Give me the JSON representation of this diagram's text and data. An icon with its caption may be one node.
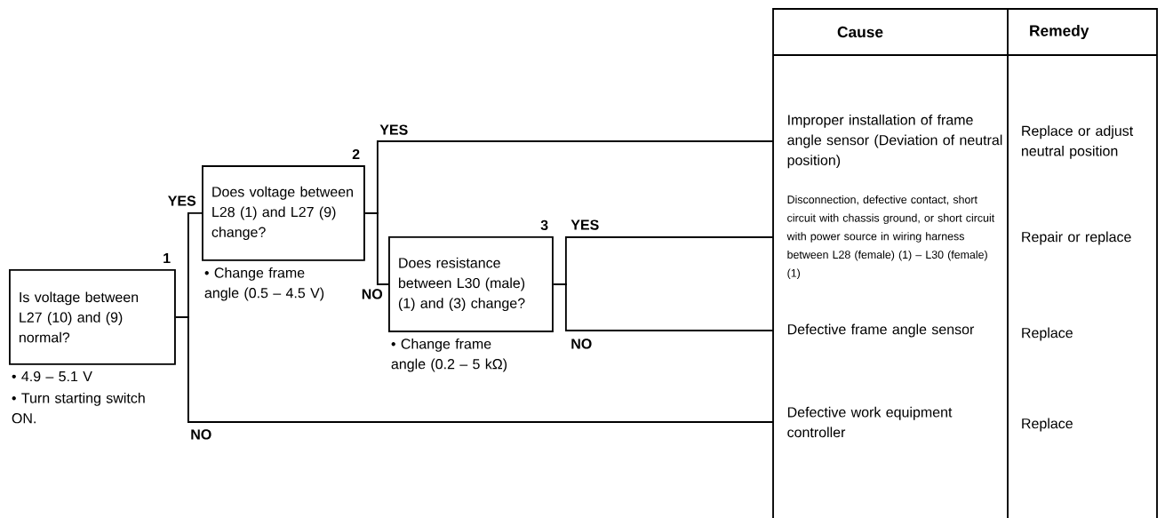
{
  "diagram": {
    "nodes": [
      {
        "text": [
          "1",
          "Is voltage between L27 (10) and (9) normal?"
        ],
        "beside": [
          "• 4.9 – 5.1 V",
          "• Turn starting switch ON."
        ]
      },
      {
        "text": [
          "2",
          "Does voltage between L28 (1) and L27 (9) change?"
        ],
        "beside": [
          "• Change frame angle (0.5 – 4.5 V)"
        ]
      },
      {
        "text": [
          "3",
          "Does resistance between L30 (male) (1) and (3) change?"
        ],
        "beside": [
          "• Change frame angle (0.2 – 5 kΩ)"
        ]
      },
      {
        "text": [
          "Improper installation of frame angle sensor (Deviation of neutral position)"
        ]
      },
      {
        "text": [
          "Disconnection, defective contact, short circuit with chassis ground, or short circuit with power source in wiring harness between L28 (female) (1) – L30 (female) (1)"
        ]
      },
      {
        "text": [
          "Defective frame angle sensor"
        ]
      },
      {
        "text": [
          "Defective work equipment controller"
        ]
      }
    ],
    "edges": [
      {
        "from": 0,
        "to": 1,
        "arrow": "none",
        "label": "YES"
      },
      {
        "from": 0,
        "to": 6,
        "arrow": "none",
        "label": "NO"
      },
      {
        "from": 1,
        "to": 3,
        "arrow": "none",
        "label": "YES"
      },
      {
        "from": 1,
        "to": 2,
        "arrow": "none",
        "label": "NO"
      },
      {
        "from": 2,
        "to": 4,
        "arrow": "none",
        "label": "YES"
      },
      {
        "from": 2,
        "to": 5,
        "arrow": "none",
        "label": "NO"
      }
    ],
    "labels": [
      "Cause",
      "Remedy",
      "Replace or adjust neutral position",
      "Repair or replace",
      "Replace",
      "Replace"
    ]
  }
}
